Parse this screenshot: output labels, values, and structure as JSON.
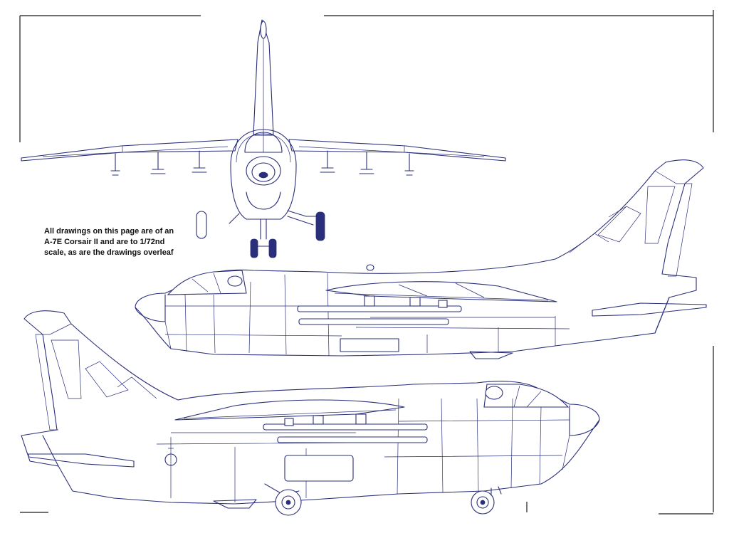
{
  "caption": {
    "lines": [
      "All drawings on this page are of an",
      "A-7E Corsair II and are to 1/72nd",
      "scale, as are the drawings overleaf"
    ]
  },
  "colors": {
    "line": "#2a2f7a",
    "frame": "#1a1a1a",
    "caption": "#111111",
    "background": "#ffffff"
  }
}
